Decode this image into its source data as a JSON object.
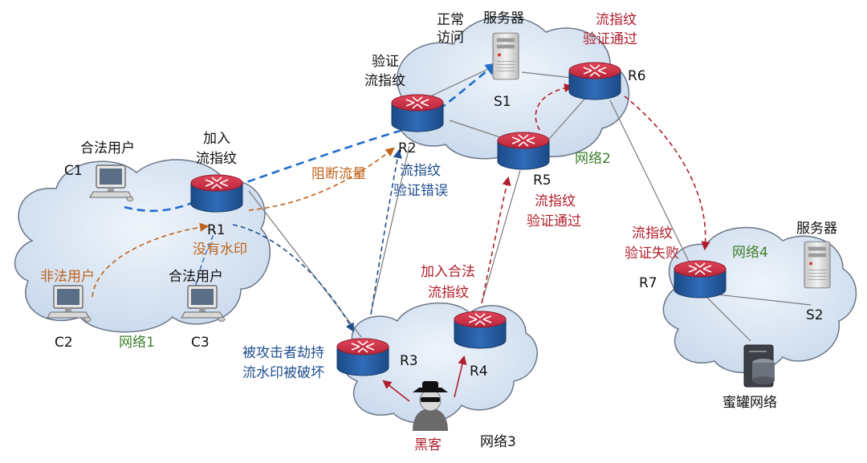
{
  "nodes": {
    "R1": "R1",
    "R2": "R2",
    "R3": "R3",
    "R4": "R4",
    "R5": "R5",
    "R6": "R6",
    "R7": "R7",
    "S1": "S1",
    "S2": "S2",
    "C1": "C1",
    "C2": "C2",
    "C3": "C3"
  },
  "labels": {
    "normal_access_1": "正常",
    "normal_access_2": "访问",
    "server_top": "服务器",
    "r6_note_1": "流指纹",
    "r6_note_2": "验证通过",
    "r2_verify_1": "验证",
    "r2_verify_2": "流指纹",
    "r1_add_1": "加入",
    "r1_add_2": "流指纹",
    "legit_user_c1": "合法用户",
    "block_traffic": "阻断流量",
    "r2_error_1": "流指纹",
    "r2_error_2": "验证错误",
    "network2": "网络2",
    "r5_note_1": "流指纹",
    "r5_note_2": "验证通过",
    "r7_note_1": "流指纹",
    "r7_note_2": "验证失败",
    "network4": "网络4",
    "server_right": "服务器",
    "no_watermark": "没有水印",
    "illegal_user": "非法用户",
    "legit_user_c3": "合法用户",
    "add_legit_1": "加入合法",
    "add_legit_2": "流指纹",
    "network1": "网络1",
    "hijack_1": "被攻击者劫持",
    "hijack_2": "流水印被破坏",
    "honeypot": "蜜罐网络",
    "hacker": "黑客",
    "network3": "网络3"
  },
  "colors": {
    "router_top": "#d2314a",
    "router_body": "#2b62a8",
    "cloud_fill": "#d9e5f3",
    "cloud_stroke": "#6b7787",
    "blue_path": "#1e6ccc",
    "dark_blue": "#1f4f8f",
    "red_path": "#b01e2b",
    "orange_path": "#c0621a",
    "green_text": "#3f7f2a"
  }
}
